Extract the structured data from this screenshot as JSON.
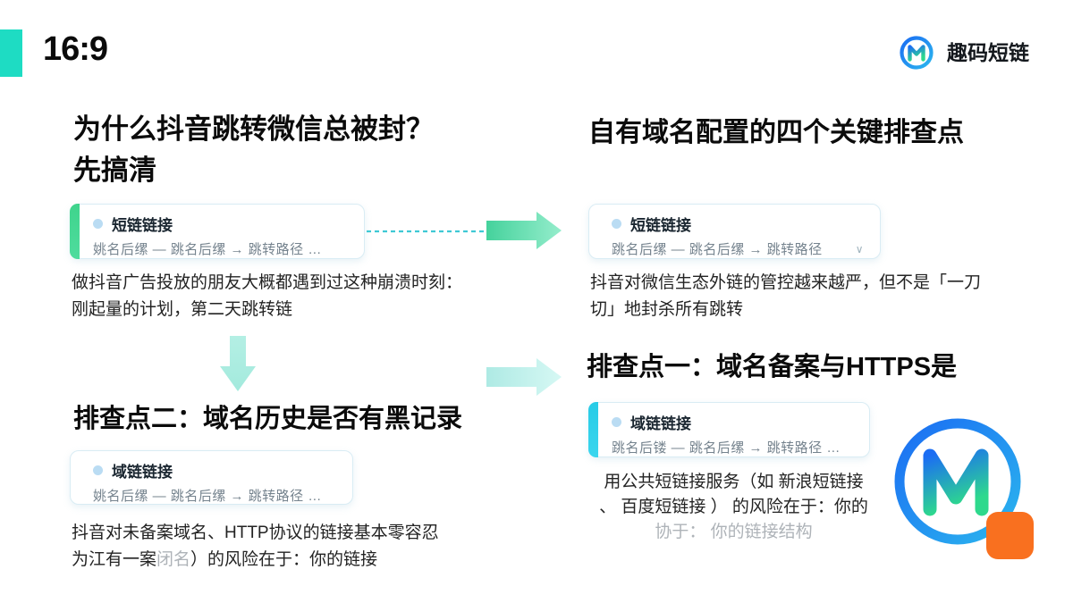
{
  "page": {
    "ratio_label": "16:9"
  },
  "brand": {
    "name": "趣码短链",
    "logo_letter": "M"
  },
  "colors": {
    "teal_accent": "#1edcc3",
    "green_bar": "#41d48e",
    "cyan_bar": "#2bd0e4",
    "arrow_green_start": "#45d29c",
    "arrow_green_end": "#95edcc",
    "arrow_cyan_start": "#aeeae4",
    "arrow_cyan_end": "#d6f8f4",
    "arrow_mint": "#a3eadd",
    "dash_line": "#3fc9d4",
    "logo_blue": "#1b6df3",
    "logo_cyan": "#2bb6ee",
    "logo_green": "#2ed98d",
    "logo_orange": "#f9701f"
  },
  "left": {
    "heading1_line1": "为什么抖音跳转微信总被封？",
    "heading1_line2": "先搞清",
    "card1": {
      "title": "短链链接",
      "flow": "姚名后缧 — 跳名后缧 → 跳转路径 …"
    },
    "para1_line1": "做抖音广告投放的朋友大概都遇到过这种崩溃时刻：",
    "para1_line2": "刚起量的计划，第二天跳转链",
    "heading2": "排查点二：域名历史是否有黑记录",
    "card2": {
      "title": "域链链接",
      "flow": "姚名后缧 — 跳名后缧 → 跳转路径 …"
    },
    "para2_line1": "抖音对未备案域名、HTTP协议的链接基本零容忍",
    "para2_line2_a": "为江有一案",
    "para2_line2_muted": "闭名",
    "para2_line2_b": "）的风险在于：你的链接"
  },
  "right": {
    "heading1": "自有域名配置的四个关键排查点",
    "card1": {
      "title": "短链链接",
      "flow": "跳名后缧 — 跳名后缧 → 跳转路径",
      "chevron": "∨"
    },
    "para1_line1": "抖音对微信生态外链的管控越来越严，但不是「一刀",
    "para1_line2": "切」地封杀所有跳转",
    "heading2": "排查点一：域名备案与HTTPS是",
    "card2": {
      "title": "域链链接",
      "flow": "跳名后镂 — 跳名后缧 → 跳转路径 …"
    },
    "para2_line1": "用公共短链接服务（如 新浪短链接",
    "para2_line2": "、 百度短链接 ） 的风险在于：你的",
    "para2_line3": "协于： 你的链接结构"
  }
}
